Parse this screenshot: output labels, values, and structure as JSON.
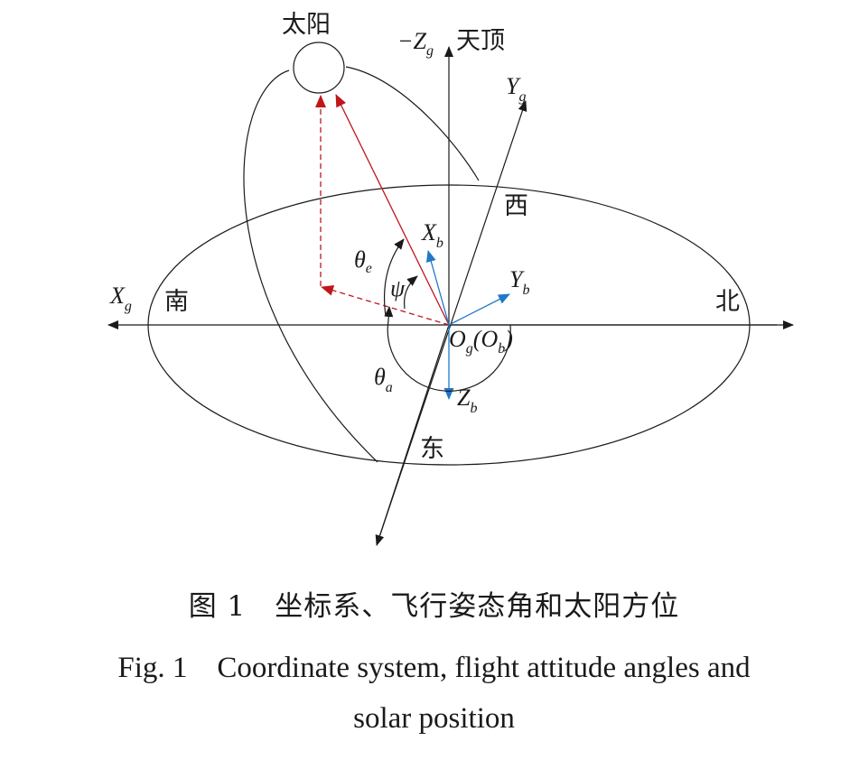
{
  "diagram": {
    "sun_label": "太阳",
    "zenith_label": "天顶",
    "neg_zg_prefix": "−Z",
    "neg_zg_sub": "g",
    "yg_main": "Y",
    "yg_sub": "g",
    "xg_main": "X",
    "xg_sub": "g",
    "xb_main": "X",
    "xb_sub": "b",
    "yb_main": "Y",
    "yb_sub": "b",
    "zb_main": "Z",
    "zb_sub": "b",
    "origin_main": "O",
    "origin_sub": "g",
    "origin_paren_main": "(O",
    "origin_paren_sub": "b",
    "origin_close": ")",
    "theta_e_main": "θ",
    "theta_e_sub": "e",
    "theta_a_main": "θ",
    "theta_a_sub": "a",
    "psi": "ψ",
    "south": "南",
    "north": "北",
    "west": "西",
    "east": "东",
    "colors": {
      "line": "#1a1a1a",
      "sun_vector": "#c0161c",
      "body_axes": "#1f78c8"
    }
  },
  "caption": {
    "chinese": "图 1　坐标系、飞行姿态角和太阳方位",
    "english_line1": "Fig. 1　Coordinate system, flight attitude angles and",
    "english_line2": "solar position"
  }
}
